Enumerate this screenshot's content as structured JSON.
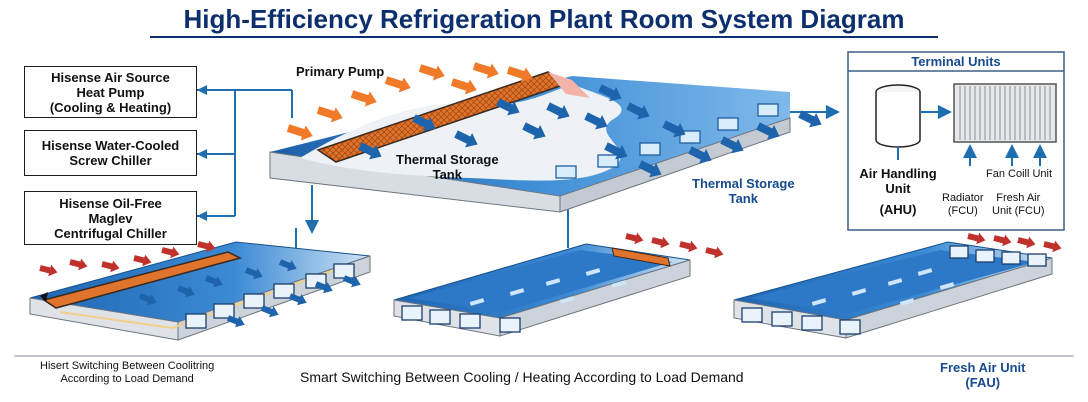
{
  "title": "High-Efficiency Refrigeration Plant Room System Diagram",
  "sources": {
    "air_source_heat_pump": "Hisense Air Source\nHeat Pump\n(Cooling & Heating)",
    "water_cooled_screw_chiller": "Hisense Water-Cooled\nScrew Chiller",
    "maglev_centrifugal_chiller": "Hisense Oil-Free\nMaglev\nCentrifugal Chiller"
  },
  "labels": {
    "primary_pump": "Primary Pump",
    "thermal_storage_inner": "Thermal Storage\nTank",
    "thermal_storage_outer": "Thermal Storage\nTank"
  },
  "terminal_units": {
    "heading": "Terminal Units",
    "ahu": "Air Handling\nUnit",
    "ahu_abbr": "(AHU)",
    "radiator": "Radiator\n(FCU)",
    "fresh_air": "Fresh Air\nUnit (FCU)",
    "fan_coil": "Fan Coill Unit"
  },
  "footer": {
    "left_caption": "Hisert Switching Between Coolitring\nAccording to Load Demand",
    "center_caption": "Smart Switching Between Cooling / Heating According to Load Demand",
    "right_caption": "Fresh Air Unit\n(FAU)"
  },
  "colors": {
    "title": "#0d2f6e",
    "pipe": "#1f6fb0",
    "panel_blue": "#2e78c4",
    "arrow_orange": "#f07a28",
    "arrow_red": "#c0312b",
    "coil_orange": "#e0742d"
  }
}
